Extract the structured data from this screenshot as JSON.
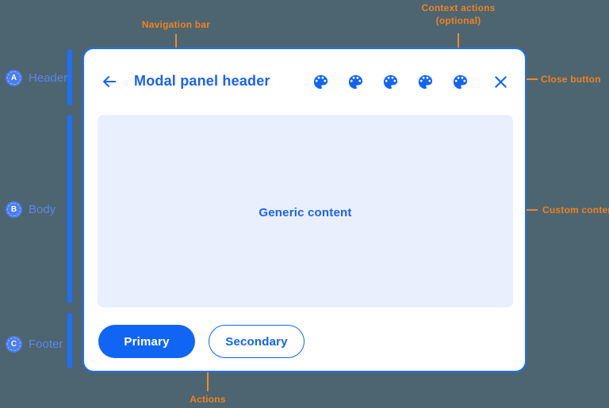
{
  "colors": {
    "background": "#4D6570",
    "accent_blue": "#1165F4",
    "modal_border": "#1E6FFC",
    "body_fill": "#E9EFFC",
    "annotation_orange": "#F0811F",
    "side_label_blue": "#5B86E8"
  },
  "annotations": {
    "navigation_bar": "Navigation bar",
    "context_actions_line1": "Context actions",
    "context_actions_line2": "(optional)",
    "close_button": "Close button",
    "custom_content": "Custom content",
    "actions": "Actions"
  },
  "side_labels": {
    "header": {
      "badge": "A",
      "label": "Header"
    },
    "body": {
      "badge": "B",
      "label": "Body"
    },
    "footer": {
      "badge": "C",
      "label": "Footer"
    }
  },
  "modal": {
    "header": {
      "title": "Modal panel header",
      "back_icon": "arrow-left-icon",
      "context_action_icon": "palette-icon",
      "context_action_count": 5,
      "close_icon": "close-x-icon"
    },
    "body": {
      "content_text": "Generic content"
    },
    "footer": {
      "primary_label": "Primary",
      "secondary_label": "Secondary"
    }
  }
}
